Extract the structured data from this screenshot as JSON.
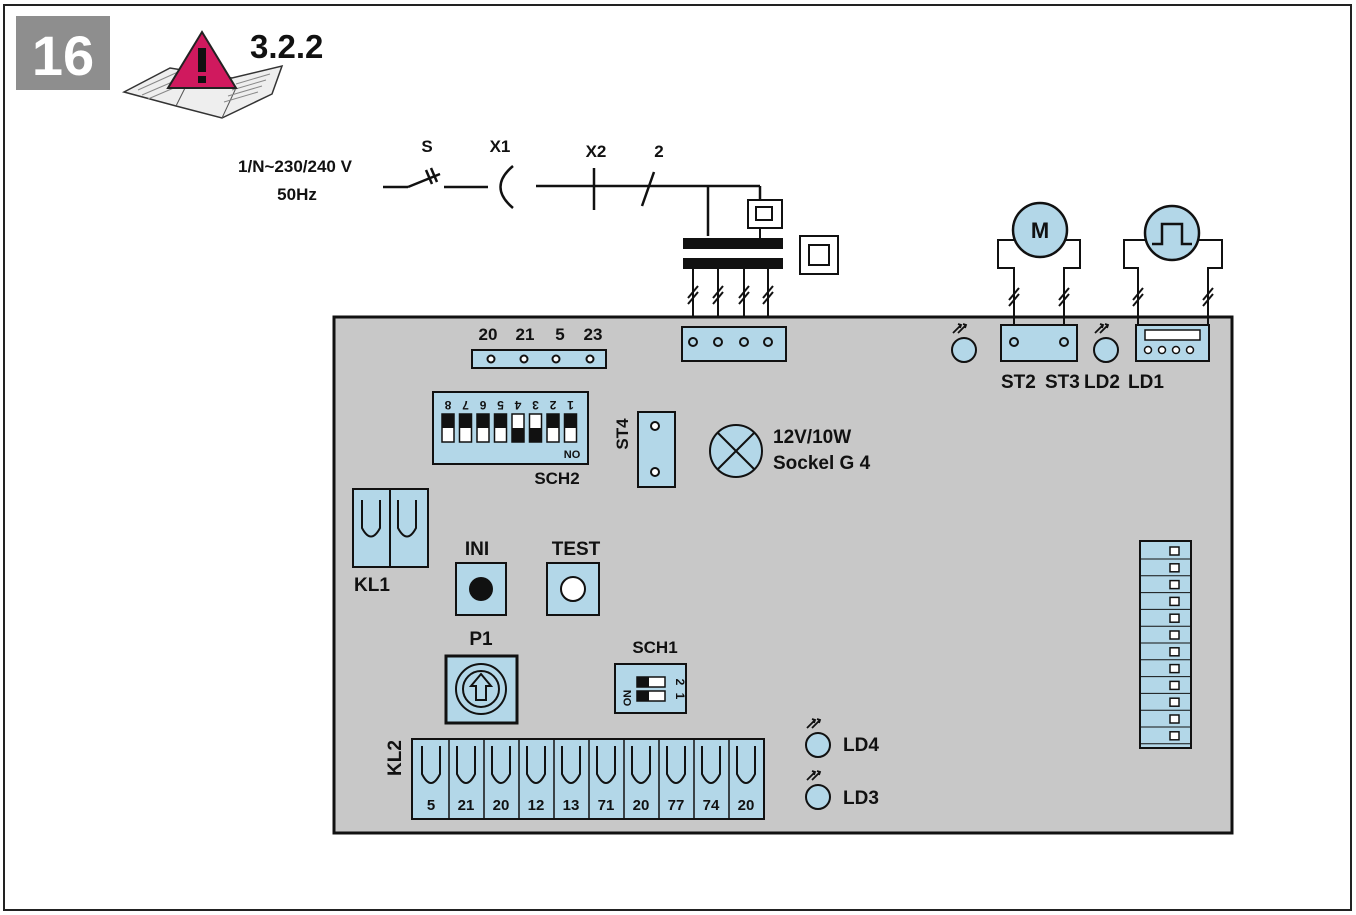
{
  "figure": {
    "number": "16",
    "reference": "3.2.2"
  },
  "colors": {
    "board": "#c8c8c8",
    "component": "#b3d7e8",
    "warning": "#d0195e",
    "badge": "#8e8e8e",
    "line": "#111111"
  },
  "icons": {
    "manual": "manual-warning-icon",
    "motor": "motor-icon",
    "pulse": "pulse-sensor-icon",
    "lamp": "lamp-icon",
    "led": "led-icon"
  },
  "supply": {
    "voltage": "1/N~230/240 V",
    "frequency": "50Hz"
  },
  "circuit": {
    "switch": "S",
    "plug": "X1",
    "connector": "X2",
    "wire_count": "2"
  },
  "motor_label": "M",
  "terminal_top": {
    "labels": [
      "20",
      "21",
      "5",
      "23"
    ]
  },
  "sch2": {
    "label": "SCH2",
    "numbers": [
      "8",
      "7",
      "6",
      "5",
      "4",
      "3",
      "2",
      "1"
    ],
    "on": "NO"
  },
  "st4": "ST4",
  "lamp": {
    "rating": "12V/10W",
    "socket": "Sockel G 4"
  },
  "connectors": {
    "st2": "ST2",
    "st3": "ST3",
    "ld2": "LD2",
    "ld1": "LD1"
  },
  "kl1": "KL1",
  "ini": "INI",
  "test": "TEST",
  "p1": "P1",
  "sch1": {
    "label": "SCH1",
    "on": "ON",
    "n1": "1",
    "n2": "2"
  },
  "kl2": {
    "label": "KL2",
    "terminals": [
      "5",
      "21",
      "20",
      "12",
      "13",
      "71",
      "20",
      "77",
      "74",
      "20"
    ]
  },
  "ld4": "LD4",
  "ld3": "LD3"
}
